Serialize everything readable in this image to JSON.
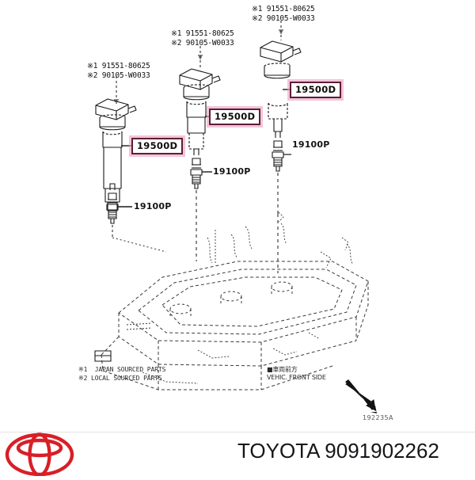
{
  "footer": {
    "brand": "TOYOTA",
    "part_number": "9091902262",
    "brand_line": "TOYOTA 9091902262",
    "logo_name": "toyota-logo",
    "logo_color": "#d81f26"
  },
  "diagram": {
    "drawing_number": "192235A",
    "highlight_color": "#5c1f33",
    "highlight_glow": "#eca0c4",
    "line_color": "#1a1a1a",
    "assemblies": [
      {
        "id": "left",
        "bolt_label": "※1 91551-80625\n※2 90105-W0033",
        "coil_label": "19500D",
        "plug_label": "19100P"
      },
      {
        "id": "center",
        "bolt_label": "※1 91551-80625\n※2 90105-W0033",
        "coil_label": "19500D",
        "plug_label": "19100P"
      },
      {
        "id": "right",
        "bolt_label": "※1 91551-80625\n※2 90105-W0033",
        "coil_label": "19500D",
        "plug_label": "19100P"
      }
    ],
    "footnotes": [
      "※1  JAPAN SOURCED PARTS",
      "※2 LOCAL SOURCED PARTS"
    ],
    "footnote_block": "※1  JAPAN SOURCED PARTS\n※2 LOCAL SOURCED PARTS",
    "front_marker": {
      "japanese": "■車両前方",
      "english": "VEHIC. FRONT SIDE"
    },
    "front_marker_block": "■車両前方\nVEHIC. FRONT SIDE"
  }
}
